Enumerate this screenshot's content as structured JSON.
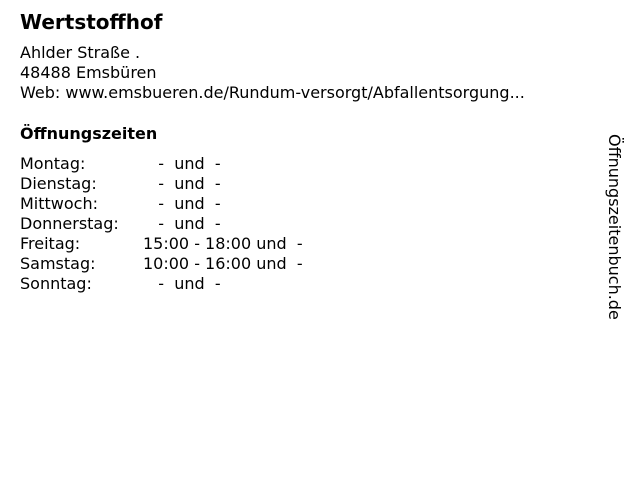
{
  "title": "Wertstoffhof",
  "address": {
    "street": "Ahlder Straße .",
    "city": "48488 Emsbüren",
    "web": "Web: www.emsbueren.de/Rundum-versorgt/Abfallentsorgung..."
  },
  "hours_heading": "Öffnungszeiten",
  "hours": [
    {
      "day": "Montag:",
      "time": "   -  und  -"
    },
    {
      "day": "Dienstag:",
      "time": "   -  und  -"
    },
    {
      "day": "Mittwoch:",
      "time": "   -  und  -"
    },
    {
      "day": "Donnerstag:",
      "time": "   -  und  -"
    },
    {
      "day": "Freitag:",
      "time": "15:00 - 18:00 und  -"
    },
    {
      "day": "Samstag:",
      "time": "10:00 - 16:00 und  -"
    },
    {
      "day": "Sonntag:",
      "time": "   -  und  -"
    }
  ],
  "side_text": "Öffnungszeitenbuch.de"
}
